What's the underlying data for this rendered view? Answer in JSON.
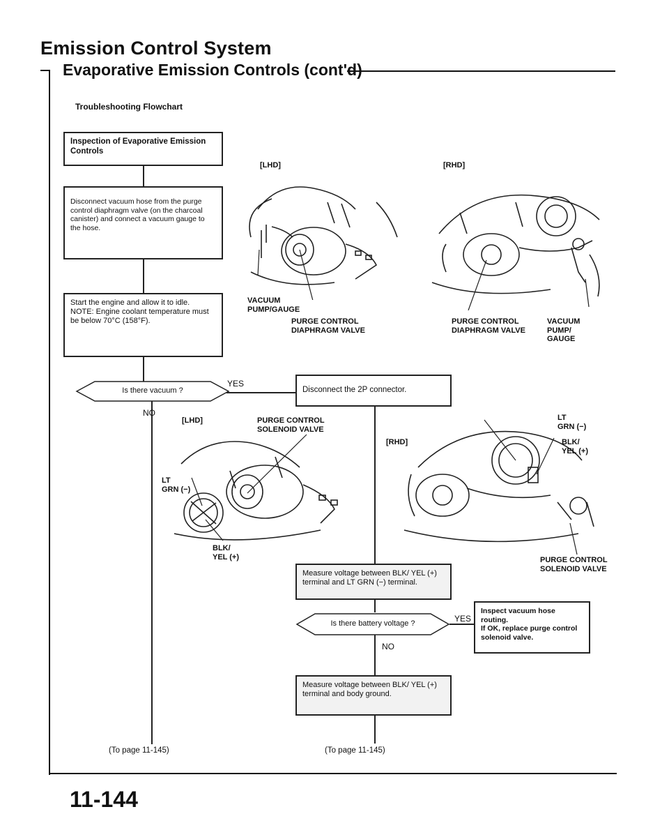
{
  "header": {
    "title": "Emission Control System",
    "subtitle": "Evaporative Emission Controls (cont'd)",
    "section": "Troubleshooting Flowchart"
  },
  "flow": {
    "start": "Inspection of Evaporative Emission Controls",
    "step1": "Disconnect vacuum hose from the purge control diaphragm valve (on the charcoal canister) and connect a vacuum gauge to the hose.",
    "step2_a": "Start the engine and allow it to idle.",
    "step2_b": "NOTE: Engine coolant temperature must be below 70°C (158°F).",
    "q1": "Is there vacuum ?",
    "q1_yes": "YES",
    "q1_no": "NO",
    "yes1_action": "Disconnect the 2P connector.",
    "measure1": "Measure voltage between BLK/ YEL (+) terminal and LT GRN (−) terminal.",
    "q2": "Is there battery voltage ?",
    "q2_yes": "YES",
    "q2_no": "NO",
    "yes2_action_a": "Inspect vacuum hose routing.",
    "yes2_action_b": "If OK, replace purge control solenoid valve.",
    "measure2": "Measure voltage between BLK/ YEL (+) terminal and body ground.",
    "to_page_left": "(To page 11-145)",
    "to_page_right": "(To page 11-145)"
  },
  "figures": {
    "fig1": {
      "lhd": "[LHD]",
      "rhd": "[RHD]",
      "vacuum_pump_l1": "VACUUM",
      "vacuum_pump_l2": "PUMP/GAUGE",
      "purge_l1": "PURGE CONTROL",
      "purge_l2": "DIAPHRAGM VALVE",
      "purge_r_l1": "PURGE CONTROL",
      "purge_r_l2": "DIAPHRAGM VALVE",
      "vac_r_l1": "VACUUM",
      "vac_r_l2": "PUMP/",
      "vac_r_l3": "GAUGE"
    },
    "fig2": {
      "lhd": "[LHD]",
      "rhd": "[RHD]",
      "sol_l1": "PURGE CONTROL",
      "sol_l2": "SOLENOID VALVE",
      "ltgrn_l1": "LT",
      "ltgrn_l2": "GRN (−)",
      "blk_l1": "BLK/",
      "blk_l2": "YEL (+)",
      "r_ltgrn_l1": "LT",
      "r_ltgrn_l2": "GRN (−)",
      "r_blk_l1": "BLK/",
      "r_blk_l2": "YEL (+)",
      "r_sol_l1": "PURGE CONTROL",
      "r_sol_l2": "SOLENOID VALVE"
    }
  },
  "page_number": "11-144"
}
